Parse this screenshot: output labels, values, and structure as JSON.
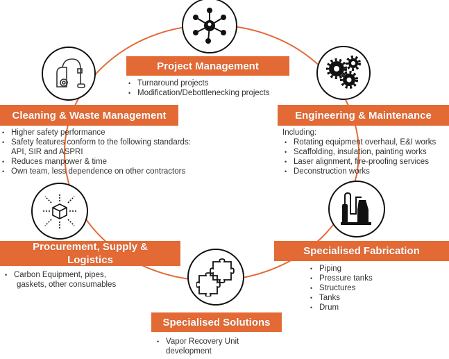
{
  "accent_color": "#E46A35",
  "sections": [
    {
      "title": "Project Management",
      "icon": "network-icon",
      "items": [
        "Turnaround projects",
        "Modification/Debottlenecking projects"
      ]
    },
    {
      "title": "Cleaning & Waste Management",
      "icon": "vacuum-cleaner-icon",
      "items": [
        "Higher safety performance",
        "Safety features conform to the following standards:",
        "API, SIR and ASPRI",
        "Reduces manpower & time",
        "Own team, less dependence on other contractors"
      ]
    },
    {
      "title": "Engineering & Maintenance",
      "icon": "gears-icon",
      "intro": "Including:",
      "items": [
        "Rotating equipment overhaul, E&I works",
        "Scaffolding, insulation, painting works",
        "Laser alignment, fire-proofing services",
        "Deconstruction works"
      ]
    },
    {
      "title_line1": "Procurement, Supply &",
      "title_line2": "Logistics",
      "icon": "package-distribution-icon",
      "items": [
        "Carbon Equipment, pipes,",
        "gaskets, other consumables"
      ]
    },
    {
      "title": "Specialised Fabrication",
      "icon": "factory-icon",
      "items": [
        "Piping",
        "Pressure tanks",
        "Structures",
        "Tanks",
        "Drum"
      ]
    },
    {
      "title": "Specialised Solutions",
      "icon": "puzzle-icon",
      "items": [
        "Vapor Recovery Unit",
        "development"
      ]
    }
  ]
}
